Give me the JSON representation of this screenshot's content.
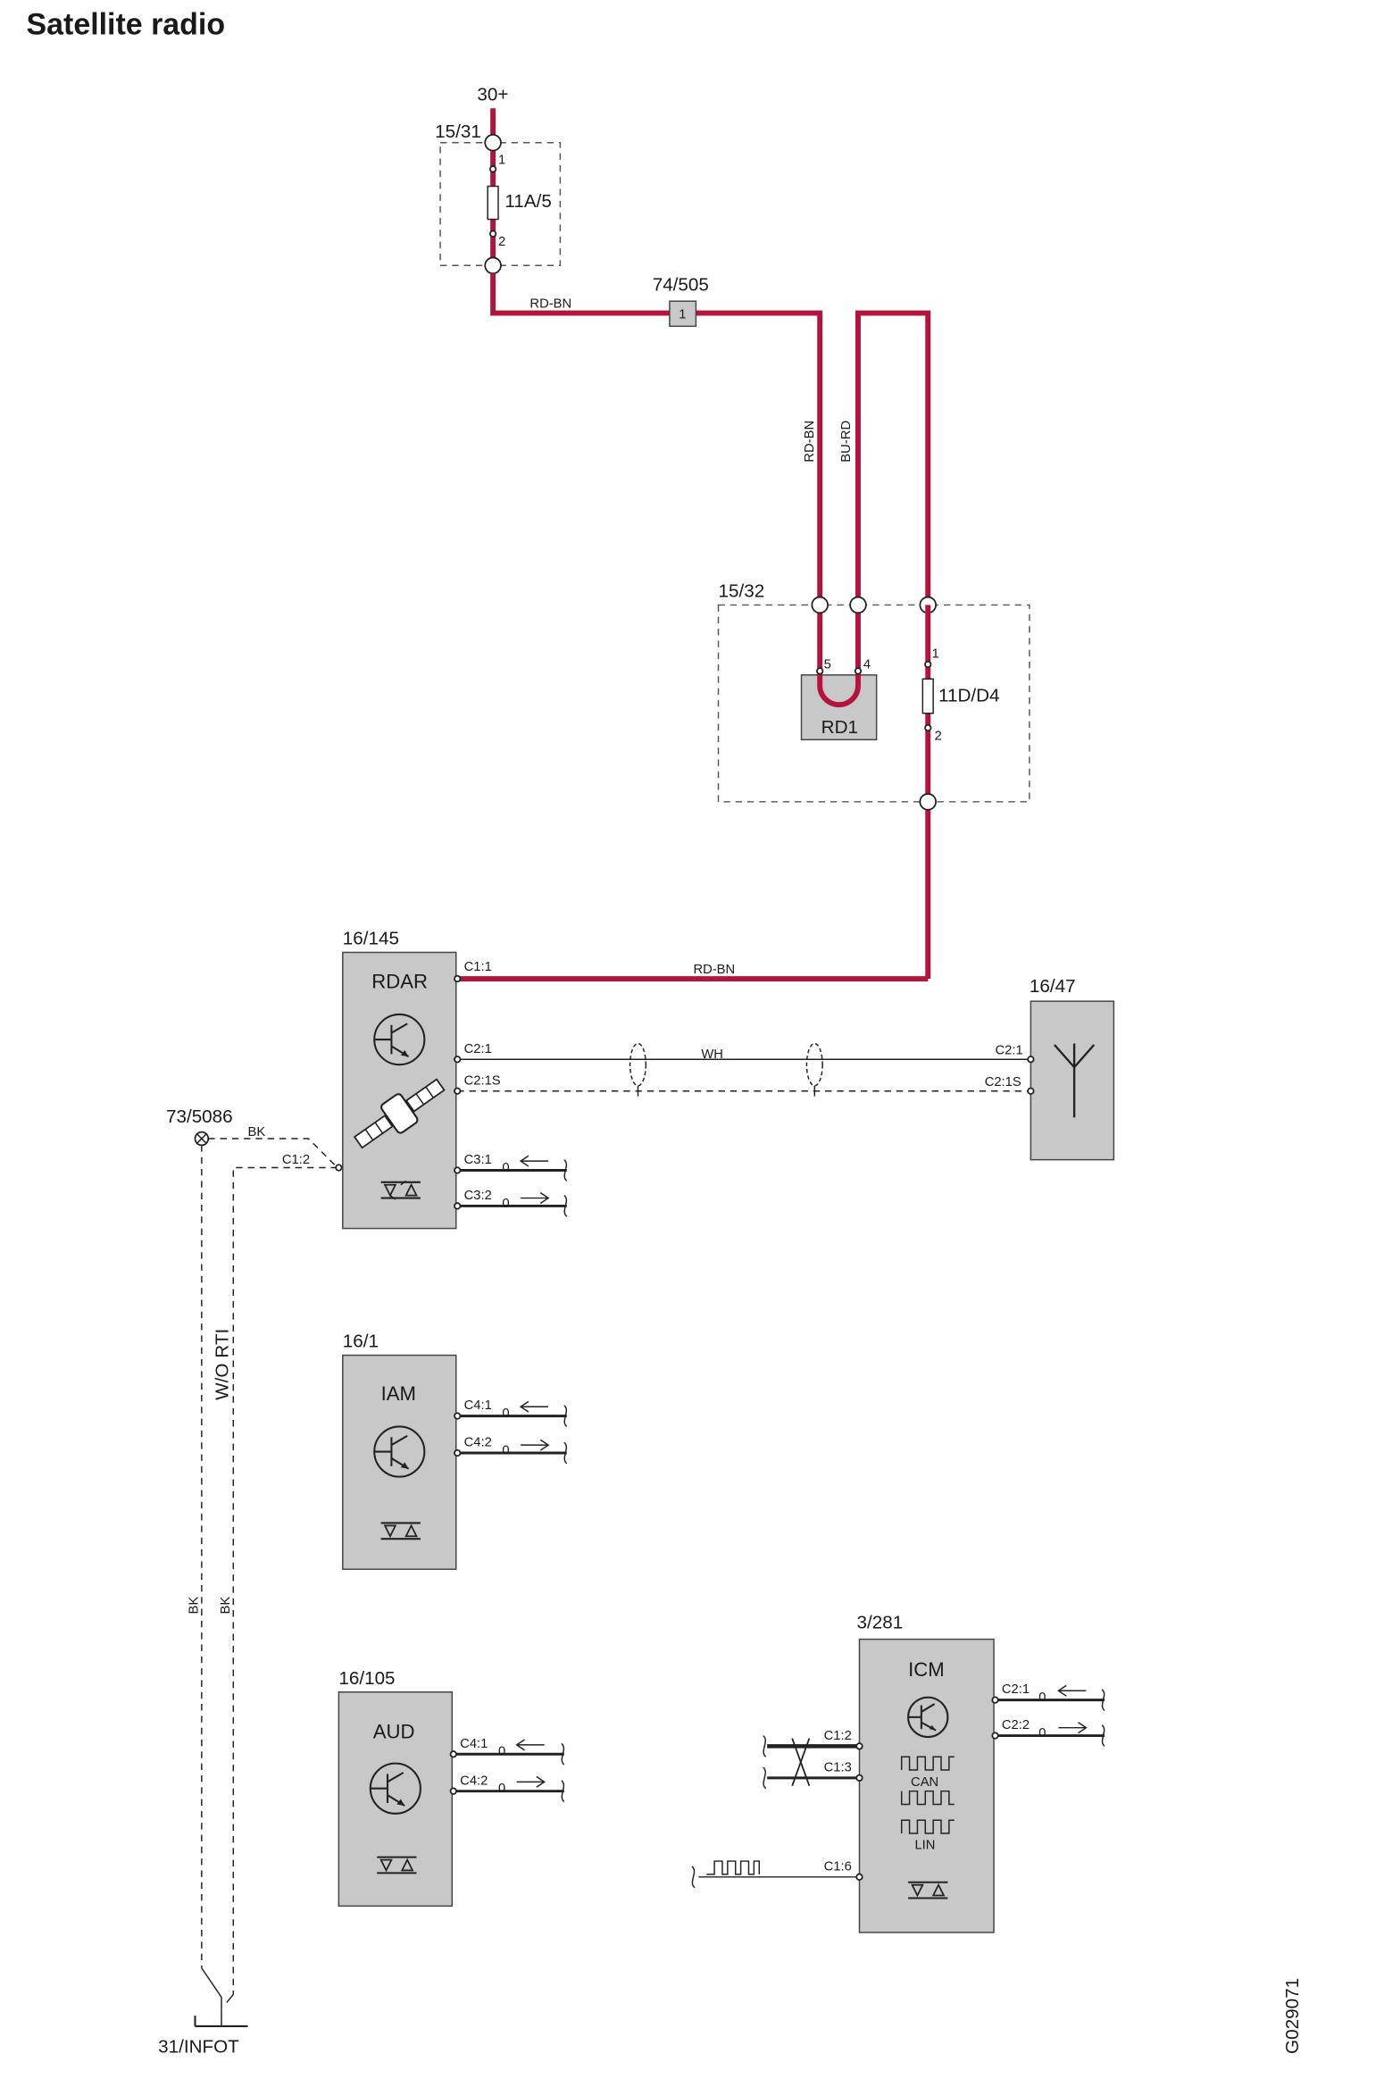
{
  "title": "Satellite radio",
  "figure_code": "G029071",
  "colors": {
    "power_wire": "#b5123c",
    "module_fill": "#c8c8c8"
  },
  "supply": {
    "label": "30+"
  },
  "fuse_box_1": {
    "label": "15/31",
    "fuse": "11A/5",
    "pin_in": "1",
    "pin_out": "2"
  },
  "splice": {
    "label": "74/505",
    "pin": "1"
  },
  "wires": {
    "rd_bn": "RD-BN",
    "bu_rd": "BU-RD",
    "wh": "WH",
    "bk": "BK",
    "wo_rti": "W/O RTI"
  },
  "fuse_box_2": {
    "label": "15/32",
    "relay": "RD1",
    "relay_pin_a": "5",
    "relay_pin_b": "4",
    "fuse": "11D/D4",
    "pin_in": "1",
    "pin_out": "2"
  },
  "rdar": {
    "ref": "16/145",
    "name": "RDAR",
    "c1_1": "C1:1",
    "c2_1": "C2:1",
    "c2_1s": "C2:1S",
    "c1_2": "C1:2",
    "c3_1": "C3:1",
    "c3_2": "C3:2"
  },
  "antenna": {
    "ref": "16/47",
    "c2_1": "C2:1",
    "c2_1s": "C2:1S"
  },
  "ground_point": {
    "label": "73/5086"
  },
  "iam": {
    "ref": "16/1",
    "name": "IAM",
    "c4_1": "C4:1",
    "c4_2": "C4:2"
  },
  "aud": {
    "ref": "16/105",
    "name": "AUD",
    "c4_1": "C4:1",
    "c4_2": "C4:2"
  },
  "icm": {
    "ref": "3/281",
    "name": "ICM",
    "c2_1": "C2:1",
    "c2_2": "C2:2",
    "c1_2": "C1:2",
    "c1_3": "C1:3",
    "c1_6": "C1:6",
    "can": "CAN",
    "lin": "LIN"
  },
  "signal_zero": "0",
  "ground": {
    "label": "31/INFOT"
  }
}
